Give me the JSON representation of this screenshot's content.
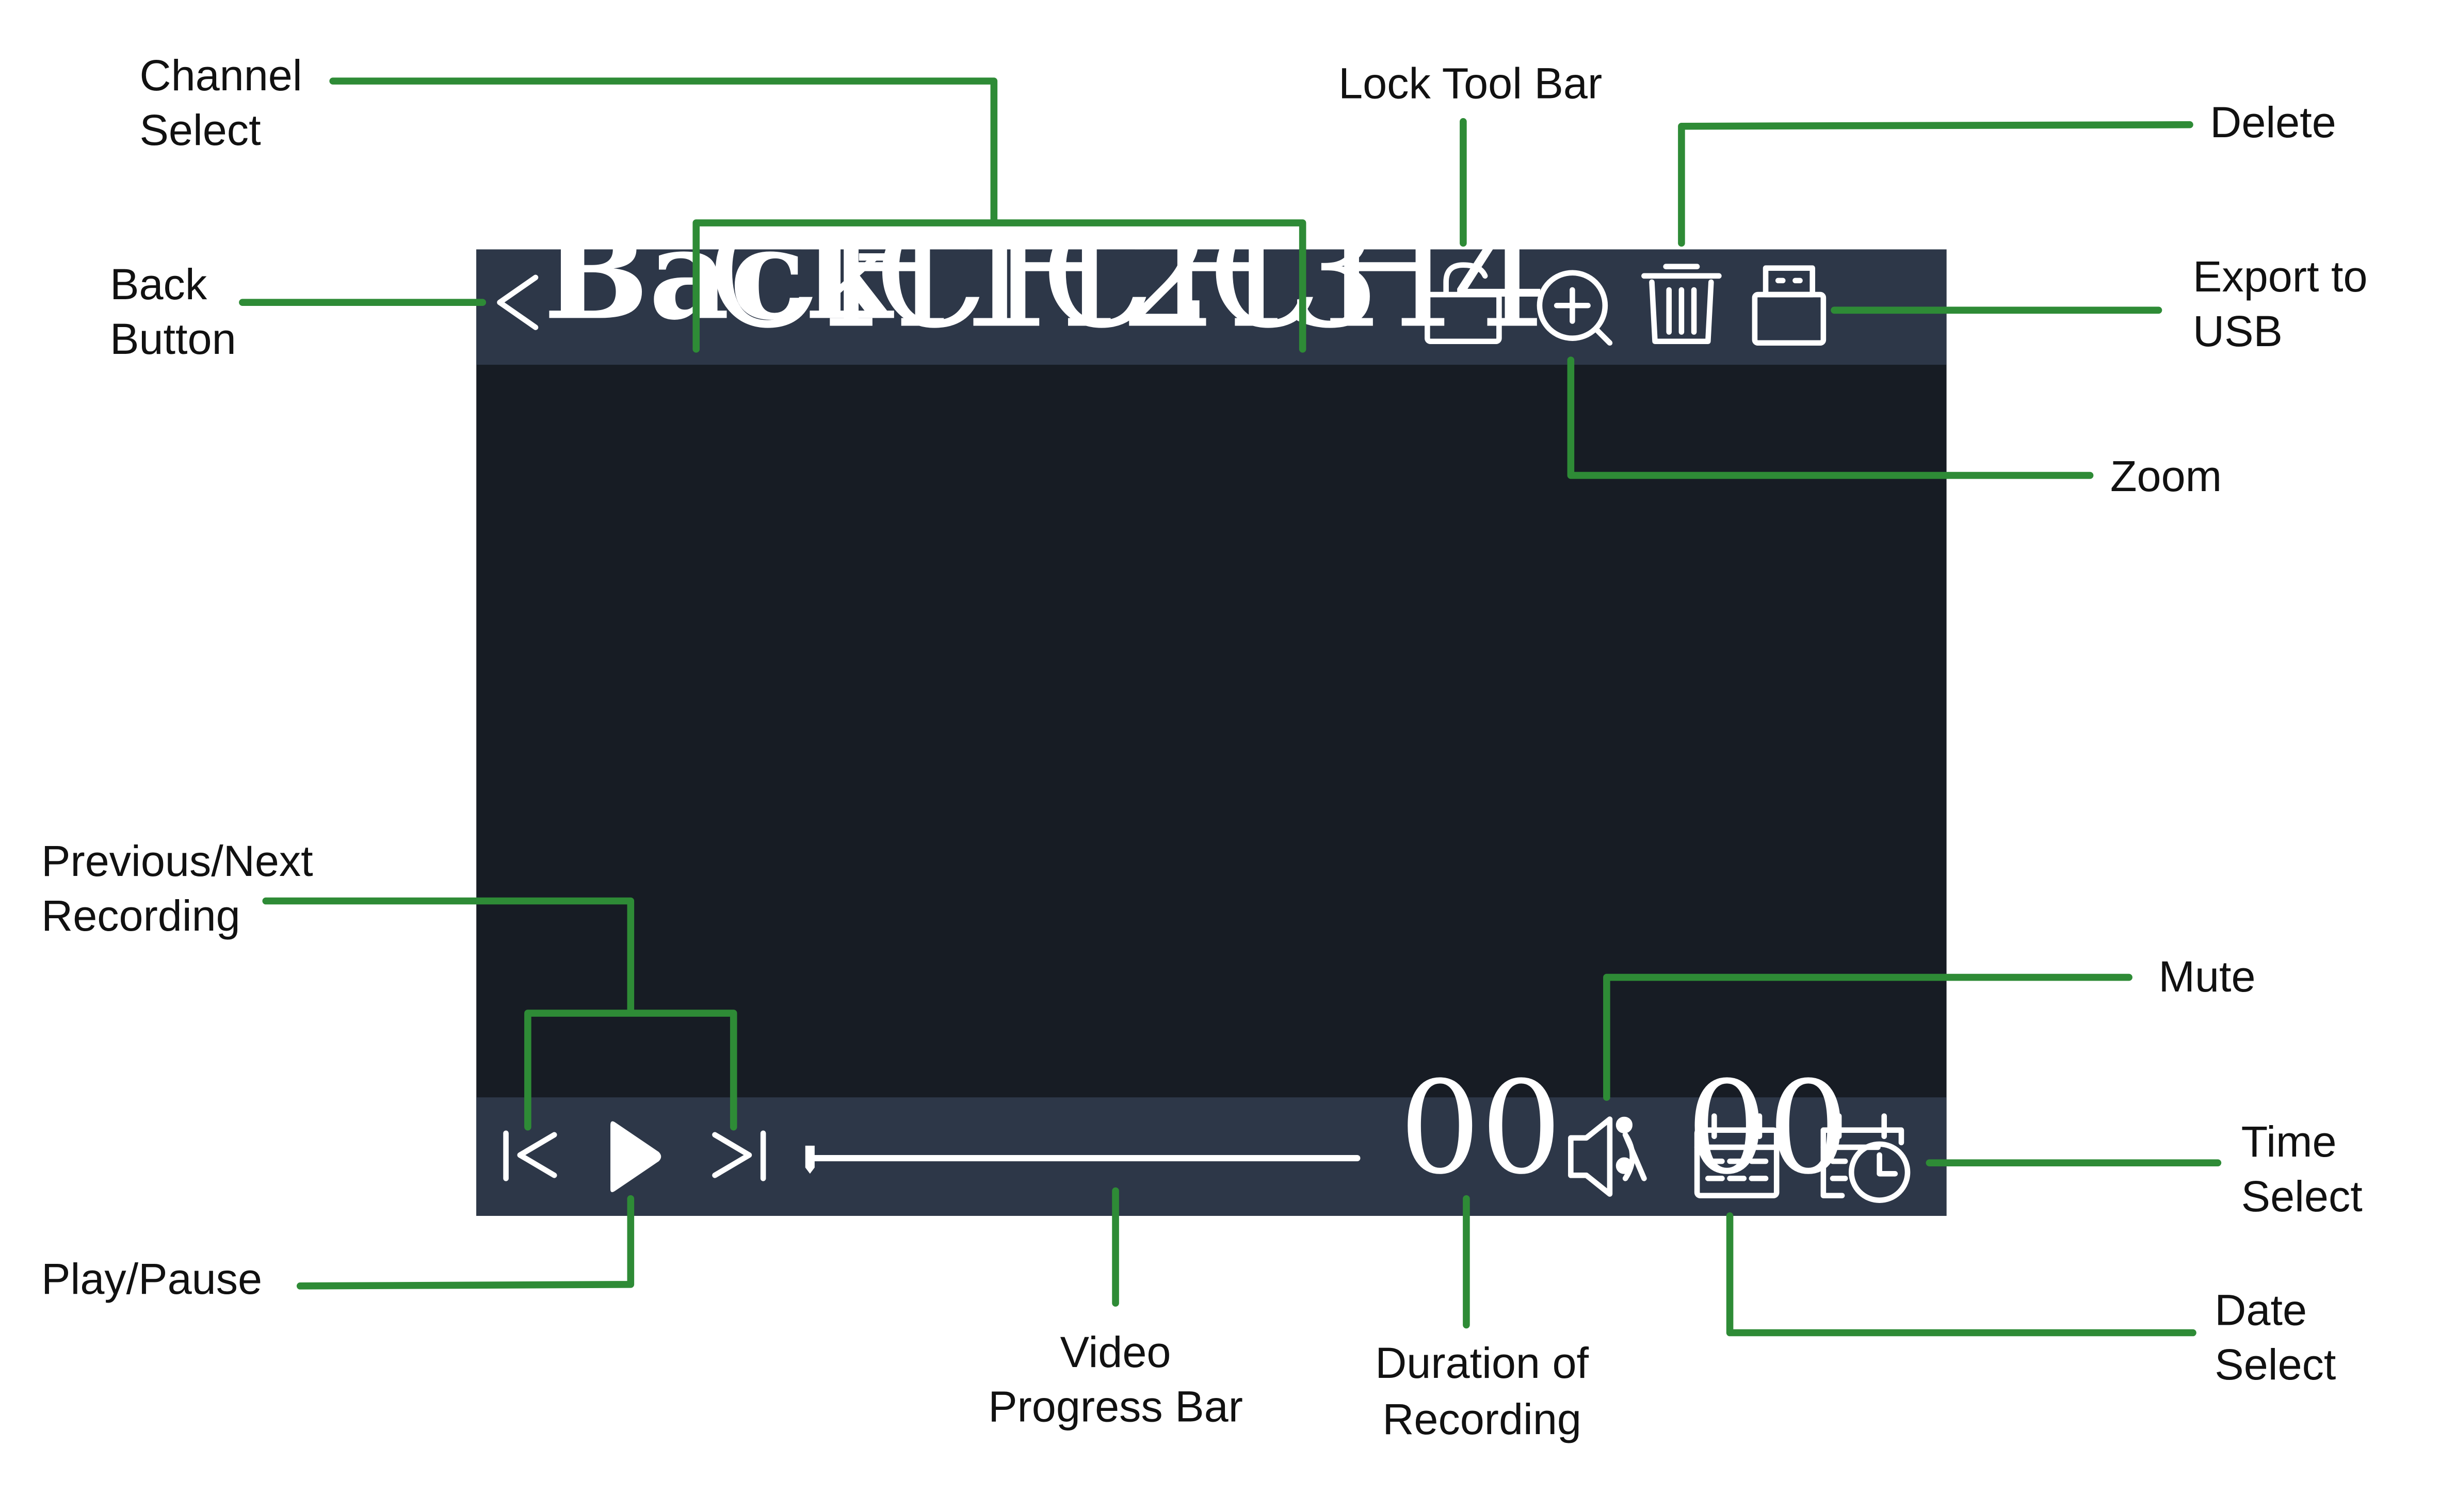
{
  "colors": {
    "bar": "#2d3748",
    "screen": "#171c24",
    "callout": "#2e8b36",
    "icon": "#ffffff"
  },
  "toolbar": {
    "back_label": "Back",
    "channels": [
      "CH1",
      "CH2",
      "CH3",
      "CH4"
    ],
    "icons": [
      "lock-icon",
      "zoom-in-icon",
      "trash-icon",
      "usb-icon"
    ]
  },
  "controls": {
    "duration": "00 : 00",
    "progress": 0,
    "icons": [
      "previous-icon",
      "play-icon",
      "next-icon",
      "mute-icon",
      "calendar-icon",
      "calendar-clock-icon"
    ]
  },
  "annotations": {
    "channel_select": [
      "Channel",
      "Select"
    ],
    "lock_tool_bar": [
      "Lock Tool Bar"
    ],
    "delete": [
      "Delete"
    ],
    "back_button": [
      "Back",
      "Button"
    ],
    "export_usb": [
      "Export to",
      "USB"
    ],
    "zoom": [
      "Zoom"
    ],
    "prev_next": [
      "Previous/Next",
      "Recording"
    ],
    "mute": [
      "Mute"
    ],
    "time_select": [
      "Time",
      "Select"
    ],
    "play_pause": [
      "Play/Pause"
    ],
    "progress_bar": [
      "Video",
      "Progress Bar"
    ],
    "duration": [
      "Duration of",
      "Recording"
    ],
    "date_select": [
      "Date",
      "Select"
    ]
  }
}
